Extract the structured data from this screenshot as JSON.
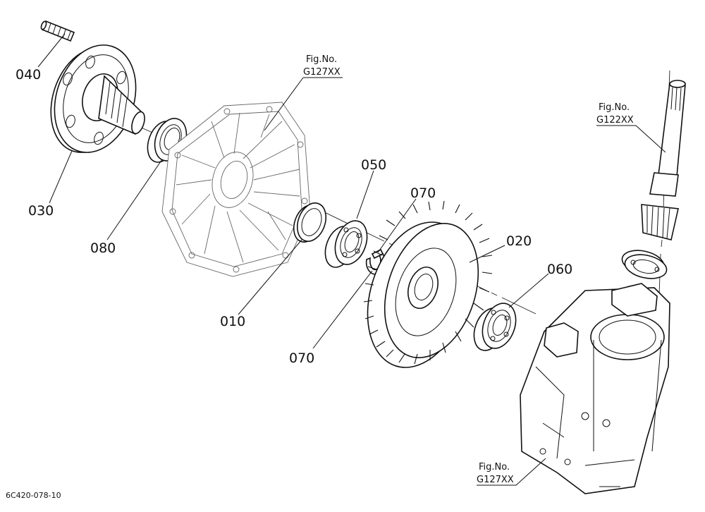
{
  "diagram": {
    "part_numbers": {
      "p040": "040",
      "p030": "030",
      "p080": "080",
      "p010": "010",
      "p050": "050",
      "p070_top": "070",
      "p070_bottom": "070",
      "p020": "020",
      "p060": "060"
    },
    "references": {
      "upper_center": {
        "fig_label": "Fig.No.",
        "fig_code": "G127XX"
      },
      "upper_right": {
        "fig_label": "Fig.No.",
        "fig_code": "G122XX"
      },
      "lower_right": {
        "fig_label": "Fig.No.",
        "fig_code": "G127XX"
      }
    },
    "drawing_code": "6C420-078-10"
  }
}
